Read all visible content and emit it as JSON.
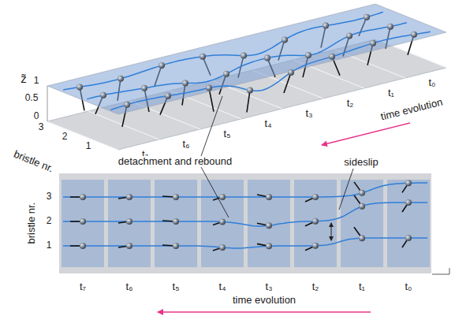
{
  "diagram": {
    "labels": [
      "z̃",
      "1",
      "0.5",
      "0",
      "3",
      "2",
      "1",
      "bristle nr.",
      "t₇",
      "t₆",
      "t₅",
      "t₄",
      "t₃",
      "t₂",
      "t₁",
      "t₀",
      "time evolution",
      "detachment and rebound",
      "sideslip",
      "3",
      "2",
      "1",
      "bristle nr.",
      "t₇",
      "t₆",
      "t₅",
      "t₄",
      "t₃",
      "t₂",
      "t₁",
      "t₀",
      "time evolution"
    ]
  }
}
